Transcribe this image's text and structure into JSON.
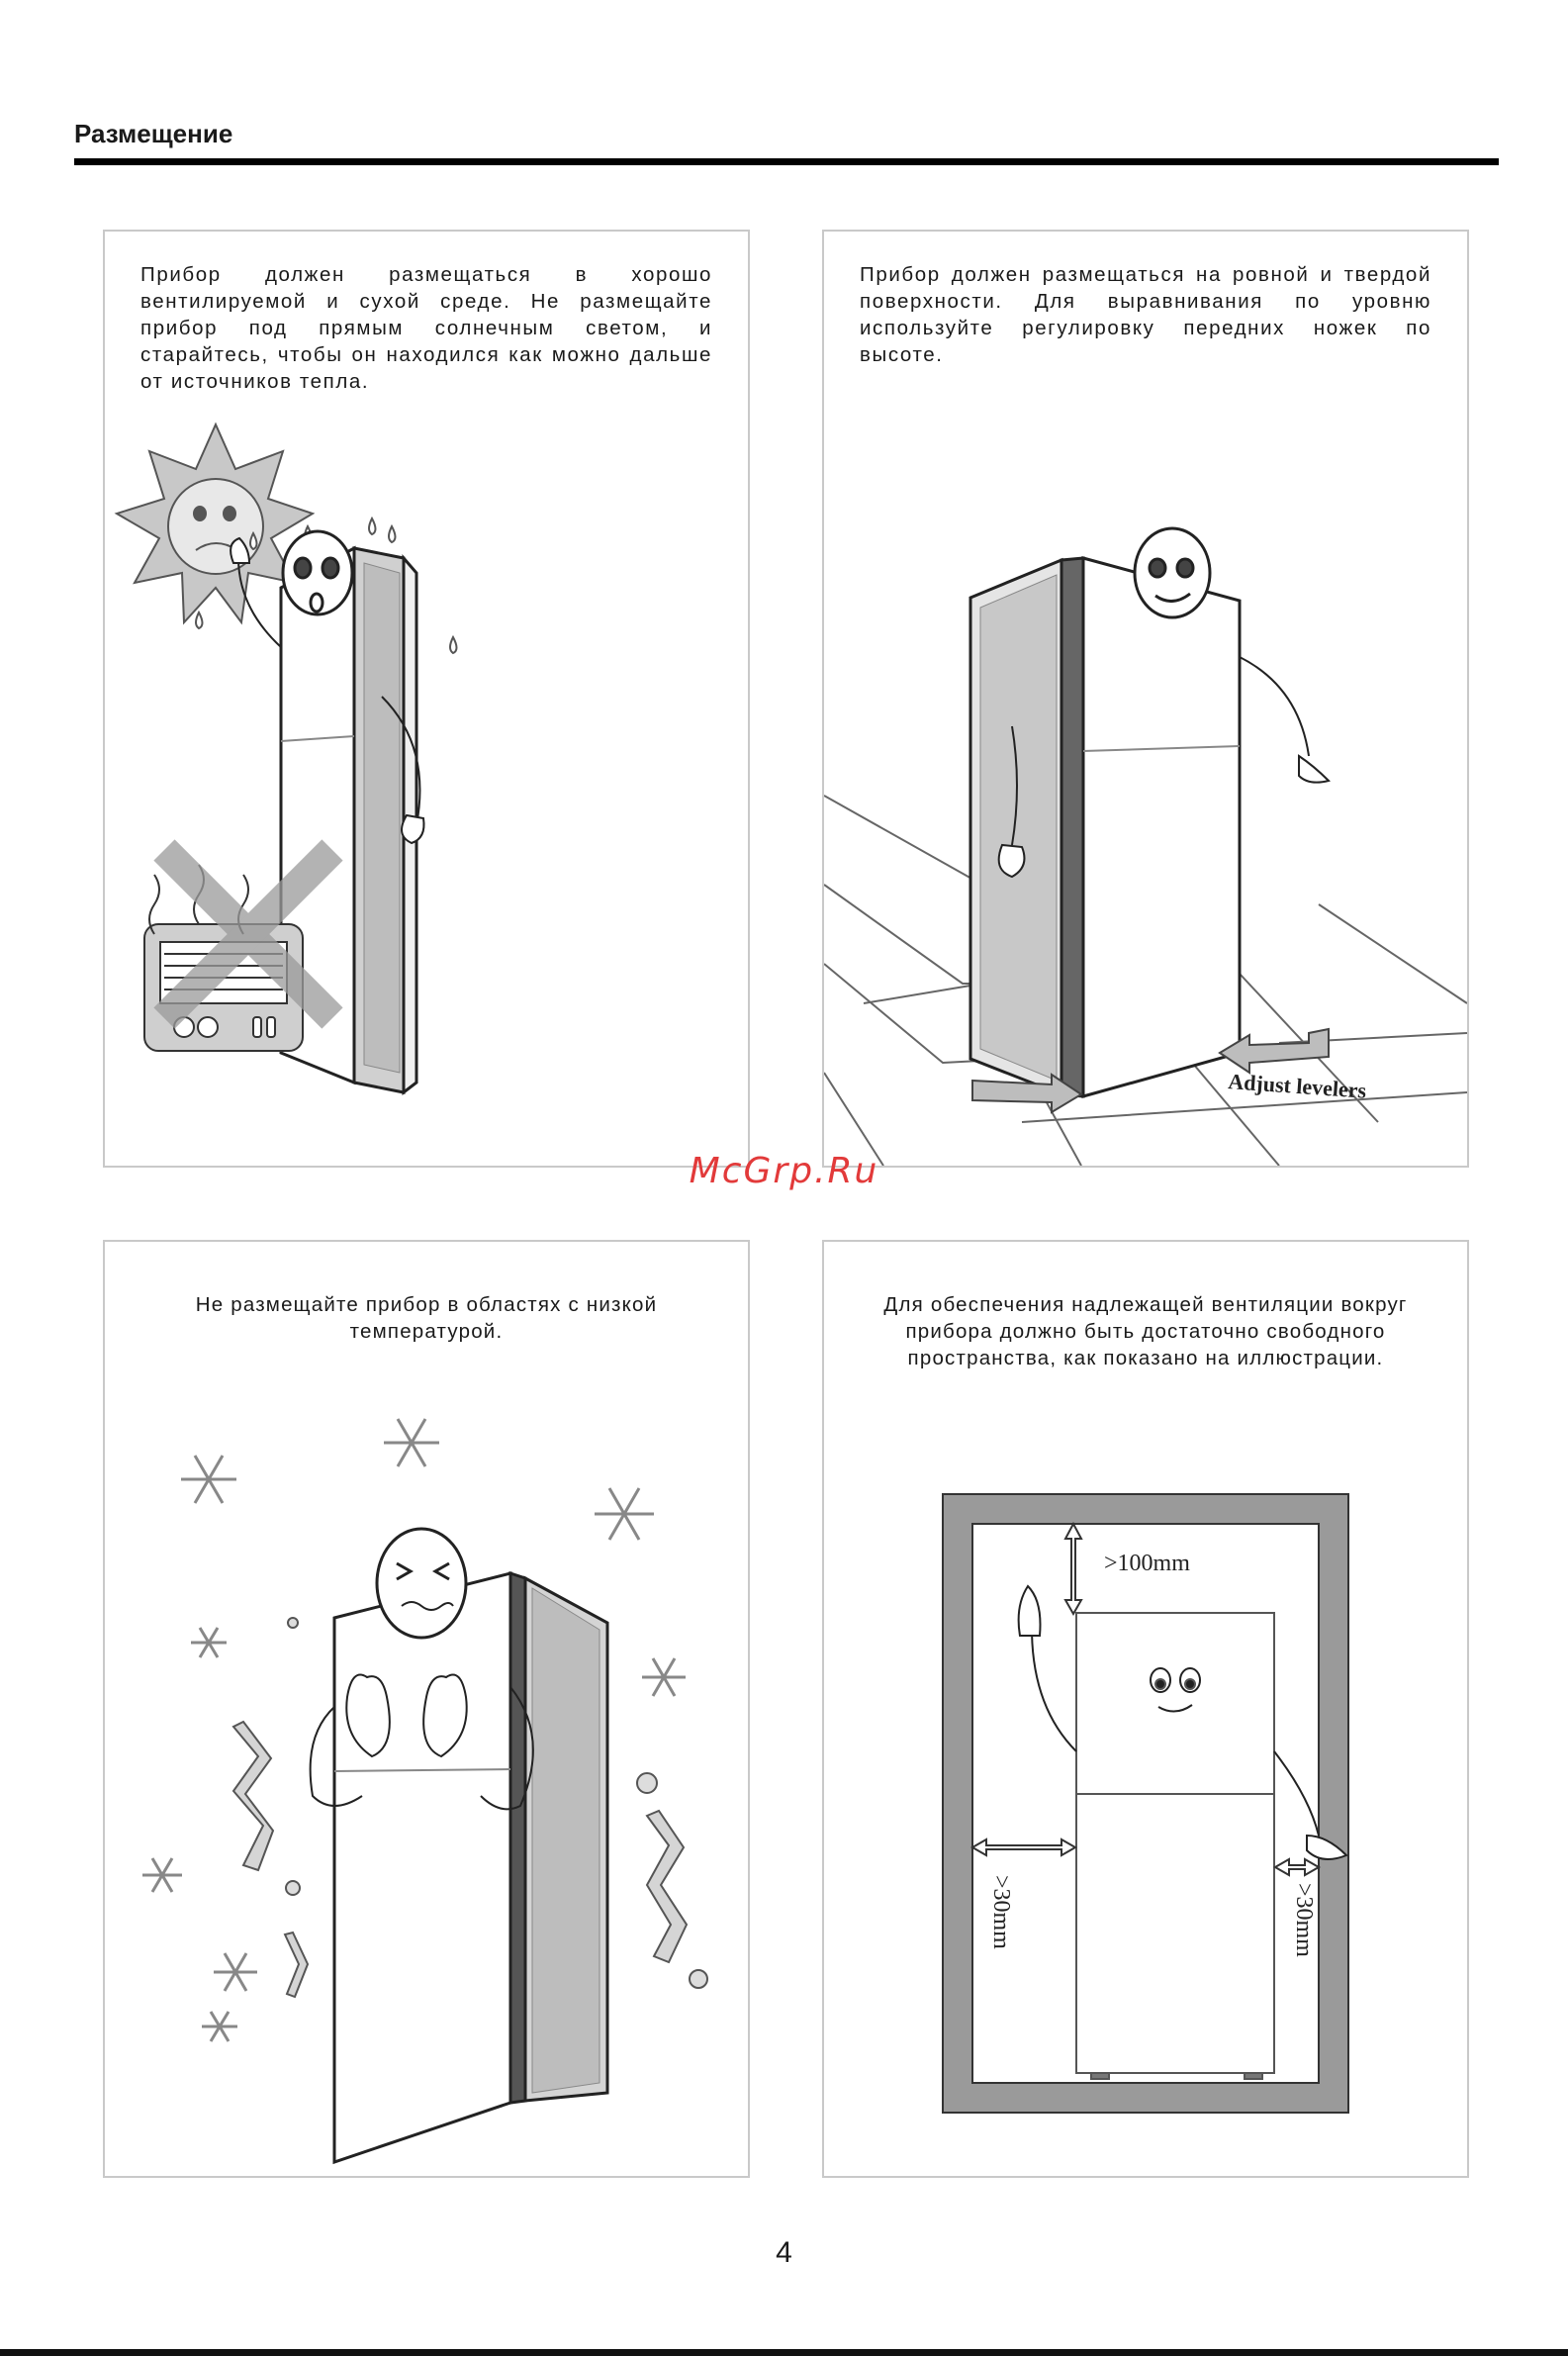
{
  "page": {
    "heading": "Размещение",
    "watermark": "McGrp.Ru",
    "page_number": "4"
  },
  "panels": [
    {
      "id": "ventilation-sun",
      "text": "Прибор должен размещаться в хорошо вентилируемой и сухой среде. Не размещайте прибор под прямым солнечным светом, и старайтесь, чтобы он находился как можно дальше от источников тепла."
    },
    {
      "id": "level-surface",
      "text": "Прибор должен размещаться на ровной и твердой поверхности. Для выравнивания по уровню используйте регулировку передних ножек по высоте.",
      "illustration_label": "Adjust levelers"
    },
    {
      "id": "low-temperature",
      "text": "Не размещайте прибор в областях с низкой температурой."
    },
    {
      "id": "clearance",
      "text": "Для обеспечения надлежащей вентиляции вокруг прибора должно быть достаточно свободного пространства, как показано на иллюстрации.",
      "top_clearance": ">100mm",
      "left_clearance": ">30mm",
      "right_clearance": ">30mm"
    }
  ]
}
